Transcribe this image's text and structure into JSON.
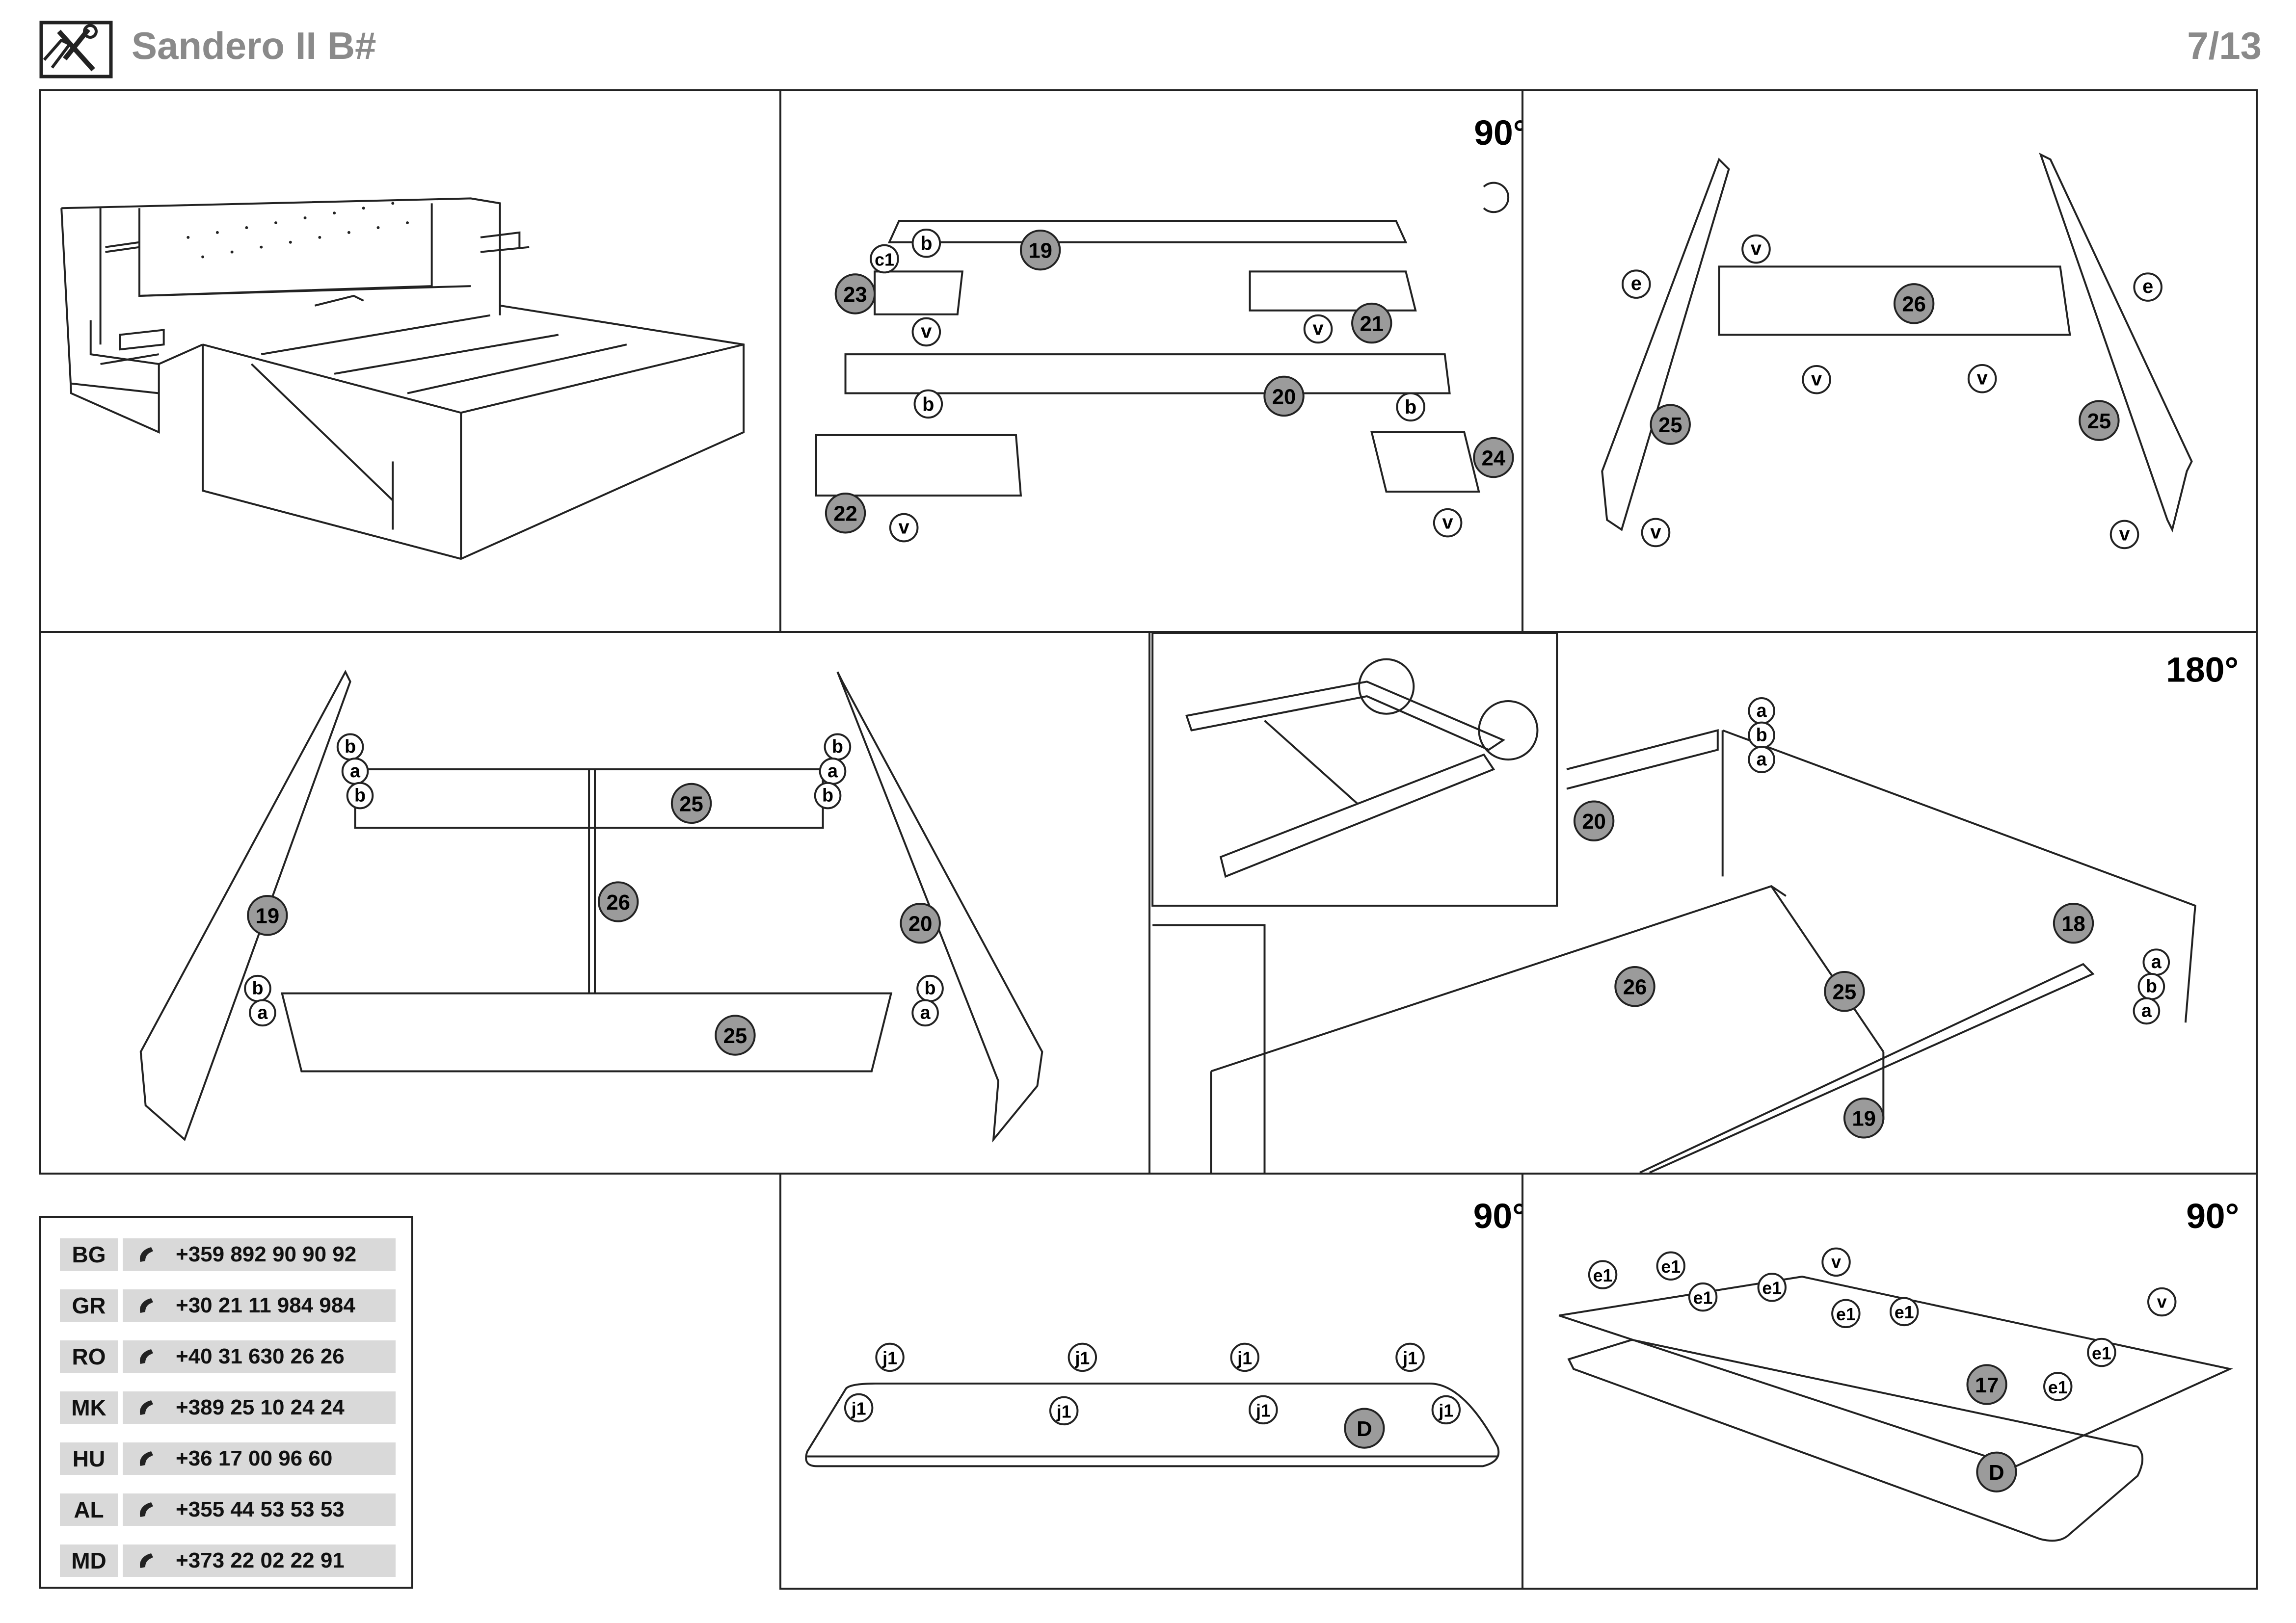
{
  "header": {
    "title": "Sandero II B#",
    "page": "7/13",
    "icon": "tools-icon"
  },
  "panels": {
    "p2": {
      "rotation": "90°",
      "labels": [
        "19",
        "20",
        "21",
        "22",
        "23",
        "24"
      ],
      "letters": [
        "b",
        "c1",
        "v"
      ]
    },
    "p3": {
      "labels": [
        "25",
        "25",
        "26"
      ],
      "letters": [
        "e",
        "v"
      ]
    },
    "p4": {
      "labels": [
        "19",
        "20",
        "25",
        "25",
        "26"
      ],
      "letters": [
        "a",
        "b"
      ]
    },
    "p5": {
      "rotation": "180°",
      "labels": [
        "18",
        "19",
        "20",
        "25",
        "26"
      ],
      "letters": [
        "a",
        "b"
      ]
    },
    "p6": {
      "rotation": "90°",
      "labels": [
        "D"
      ],
      "letters": [
        "j1"
      ]
    },
    "p7": {
      "rotation": "90°",
      "labels": [
        "17",
        "D"
      ],
      "letters": [
        "e1",
        "v"
      ]
    }
  },
  "contacts": [
    {
      "code": "BG",
      "phone": "+359 892 90 90 92"
    },
    {
      "code": "GR",
      "phone": "+30 21 11 984 984"
    },
    {
      "code": "RO",
      "phone": "+40 31 630 26 26"
    },
    {
      "code": "MK",
      "phone": "+389 25 10 24 24"
    },
    {
      "code": "HU",
      "phone": "+36 17 00 96 60"
    },
    {
      "code": "AL",
      "phone": "+355 44 53 53 53"
    },
    {
      "code": "MD",
      "phone": "+373 22 02 22 91"
    }
  ]
}
